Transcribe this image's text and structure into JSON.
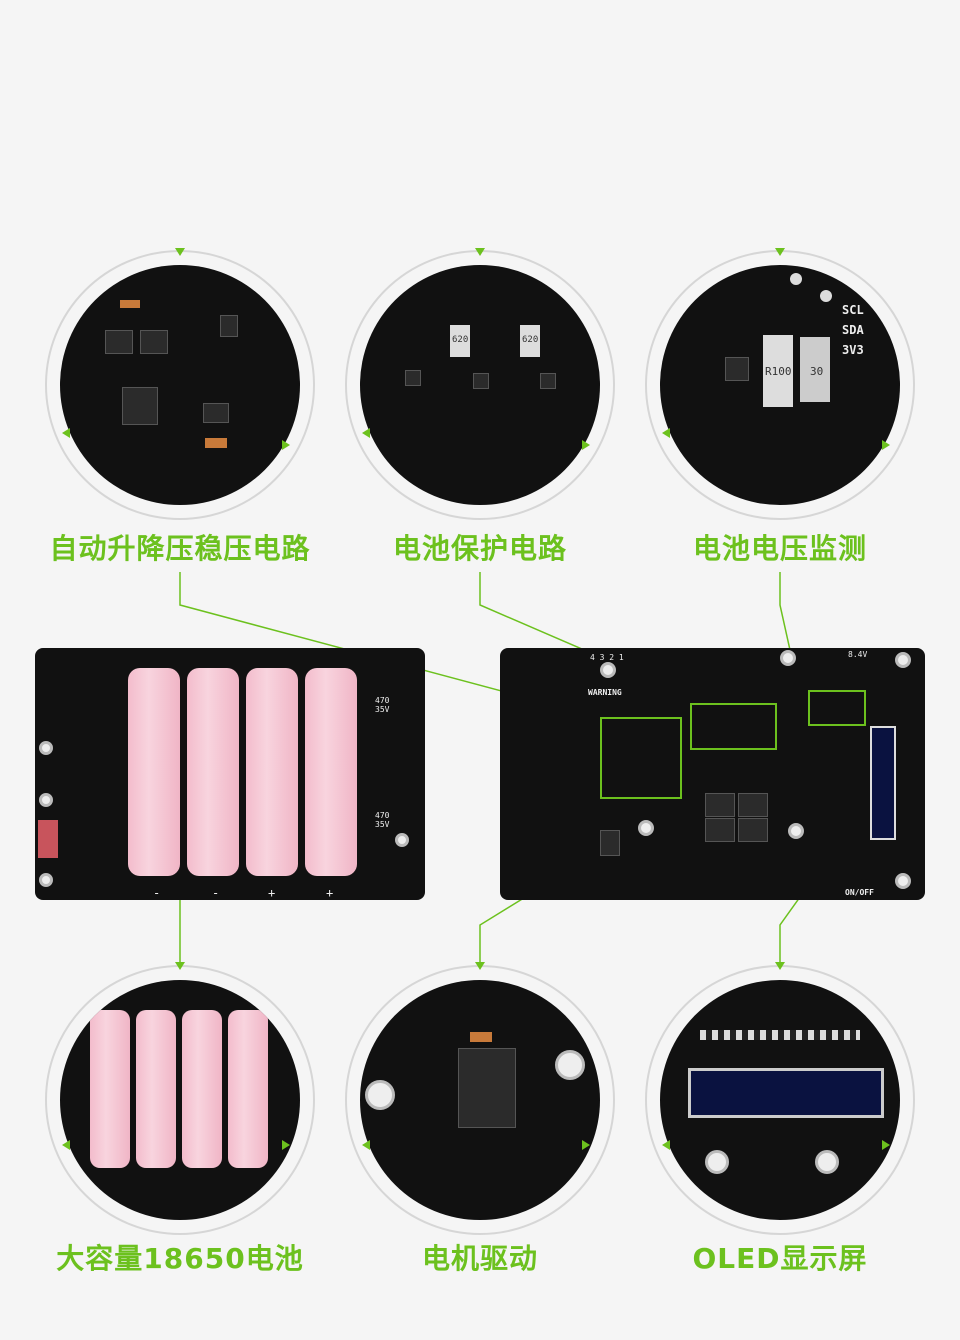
{
  "labels": {
    "boost_regulator": "自动升降压稳压电路",
    "battery_protection": "电池保护电路",
    "battery_voltage_monitor": "电池电压监测",
    "battery_capacity": "大容量18650电池",
    "motor_driver": "电机驱动",
    "oled_display": "OLED显示屏"
  },
  "silkscreen": {
    "scl": "SCL",
    "sda": "SDA",
    "v33": "3V3",
    "r100": "R100",
    "r620a": "620",
    "r620b": "620",
    "r30": "30",
    "warning": "WARNING",
    "warning_nums": "4 3 2 1",
    "v84": "8.4V",
    "onoff": "ON/OFF",
    "cap_a": "470\n35V",
    "cap_b": "470\n35V",
    "minus_a": "-",
    "minus_b": "-",
    "plus_a": "+",
    "plus_b": "+"
  },
  "colors": {
    "accent": "#6cc11e",
    "pcb": "#111111",
    "battery": "#f5c6d3"
  }
}
